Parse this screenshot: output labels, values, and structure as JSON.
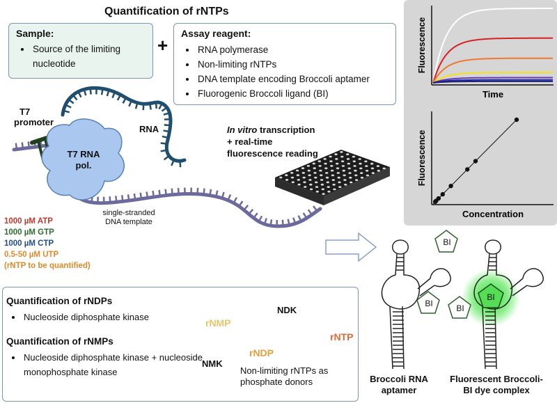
{
  "title": "Quantification of rNTPs",
  "sample": {
    "heading": "Sample:",
    "items": [
      "Source of the limiting nucleotide"
    ]
  },
  "plus": "+",
  "reagent": {
    "heading": "Assay reagent:",
    "items": [
      "RNA polymerase",
      "Non-limiting rNTPs",
      "DNA template encoding Broccoli aptamer",
      "Fluorogenic Broccoli ligand (BI)"
    ]
  },
  "labels": {
    "t7_promoter_line1": "T7",
    "t7_promoter_line2": "promoter",
    "t7_pol_line1": "T7 RNA",
    "t7_pol_line2": "pol.",
    "rna": "RNA",
    "ssdna_line1": "single-stranded",
    "ssdna_line2": "DNA template",
    "ivt_line1": "In vitro",
    "ivt_line1_rest": " transcription",
    "ivt_line2": "+ real-time",
    "ivt_line3": "fluorescence reading"
  },
  "concentrations": [
    {
      "text": "1000 µM ATP",
      "color": "#c0392b"
    },
    {
      "text": "1000 µM GTP",
      "color": "#2e6b2e"
    },
    {
      "text": "1000 µM CTP",
      "color": "#1f4e8c"
    },
    {
      "text": "0.5-50 µM UTP",
      "color": "#e08a2a"
    },
    {
      "text": "(rNTP to be quantified)",
      "color": "#e08a2a"
    }
  ],
  "chart_data": [
    {
      "type": "line",
      "xlabel": "Time",
      "ylabel": "Fluorescence",
      "grid": false,
      "series": [
        {
          "color": "#ffffff",
          "plateau": 1.0
        },
        {
          "color": "#d92020",
          "plateau": 0.6
        },
        {
          "color": "#f07830",
          "plateau": 0.33
        },
        {
          "color": "#f5e020",
          "plateau": 0.14
        },
        {
          "color": "#6a3ab0",
          "plateau": 0.07
        },
        {
          "color": "#1a2aa0",
          "plateau": 0.04
        },
        {
          "color": "#202070",
          "plateau": 0.02
        }
      ]
    },
    {
      "type": "scatter",
      "xlabel": "Concentration",
      "ylabel": "Fluorescence",
      "grid": false,
      "points": [
        {
          "x": 0.5,
          "y": 0.5
        },
        {
          "x": 1,
          "y": 1
        },
        {
          "x": 2.5,
          "y": 2.5
        },
        {
          "x": 5,
          "y": 5
        },
        {
          "x": 10,
          "y": 10
        },
        {
          "x": 20,
          "y": 20
        },
        {
          "x": 25,
          "y": 25
        },
        {
          "x": 50,
          "y": 50
        }
      ]
    }
  ],
  "bottom": {
    "rndp_heading": "Quantification of rNDPs",
    "rndp_items": [
      "Nucleoside diphosphate kinase"
    ],
    "rnmp_heading": "Quantification of rNMPs",
    "rnmp_items": [
      "Nucleoside diphosphate kinase + nucleoside monophosphate kinase"
    ],
    "rnmp": "rNMP",
    "rndp": "rNDP",
    "rntp": "rNTP",
    "ndk": "NDK",
    "nmk": "NMK",
    "donors_line1": "Non-limiting rNTPs as",
    "donors_line2": "phosphate donors"
  },
  "aptamers": {
    "bi": "BI",
    "left_line1": "Broccoli RNA",
    "left_line2": "aptamer",
    "right_line1": "Fluorescent Broccoli-",
    "right_line2": "BI dye complex"
  },
  "colors": {
    "rna_strand": "#1f4e6e",
    "dna_strand": "#6c6a9c",
    "promoter": "#1f3f1f",
    "polymerase": "#a9c7ef",
    "rnmp": "#e8c46a",
    "rndp": "#e2a040",
    "rntp": "#e06a3a",
    "ndk": "#5a6fb0",
    "nmk": "#5aa6b0",
    "glow": "#2de02d"
  }
}
